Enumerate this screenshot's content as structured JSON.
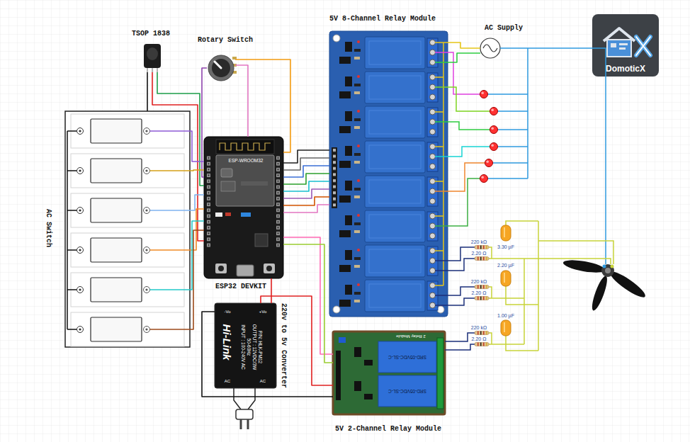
{
  "diagram": {
    "nodes": [
      {
        "text": [
          "TSOP 1838"
        ]
      },
      {
        "text": [
          "Rotary Switch"
        ]
      },
      {
        "text": [
          "5V 8-Channel Relay Module"
        ]
      },
      {
        "text": [
          "AC Supply"
        ]
      },
      {
        "text": [
          "DomoticX"
        ]
      },
      {
        "text": [
          "AC Switch"
        ]
      },
      {
        "text": [
          "ESP32 DEVKIT",
          "ESP-WROOM32"
        ]
      },
      {
        "text": [
          "220v to 5v Converter",
          "-Vo",
          "+Vo",
          "Hi-Link",
          "INPUT : 100-240V AC",
          "50-60Hz",
          "OUTPUT : 12VDC/3W",
          "P/N: HLK-PM12",
          "AC",
          "AC"
        ]
      },
      {
        "text": [
          "5V 2-Channel Relay Module",
          "2 Relay Module",
          "SRD-05VDC-SL-C",
          "SRD-05VDC-SL-C"
        ]
      }
    ],
    "edges": [
      {
        "from": 0,
        "to": 5,
        "arrow": "none"
      },
      {
        "from": 0,
        "to": 6,
        "arrow": "none"
      },
      {
        "from": 0,
        "to": 6,
        "arrow": "none"
      },
      {
        "from": 1,
        "to": 6,
        "arrow": "none"
      },
      {
        "from": 1,
        "to": 6,
        "arrow": "none"
      },
      {
        "from": 1,
        "to": 6,
        "arrow": "none"
      },
      {
        "from": 5,
        "to": 6,
        "arrow": "none"
      },
      {
        "from": 5,
        "to": 6,
        "arrow": "none"
      },
      {
        "from": 5,
        "to": 6,
        "arrow": "none"
      },
      {
        "from": 5,
        "to": 6,
        "arrow": "none"
      },
      {
        "from": 5,
        "to": 6,
        "arrow": "none"
      },
      {
        "from": 5,
        "to": 6,
        "arrow": "none"
      },
      {
        "from": 6,
        "to": 2,
        "arrow": "none"
      },
      {
        "from": 6,
        "to": 2,
        "arrow": "none"
      },
      {
        "from": 6,
        "to": 2,
        "arrow": "none"
      },
      {
        "from": 6,
        "to": 2,
        "arrow": "none"
      },
      {
        "from": 6,
        "to": 2,
        "arrow": "none"
      },
      {
        "from": 6,
        "to": 2,
        "arrow": "none"
      },
      {
        "from": 6,
        "to": 2,
        "arrow": "none"
      },
      {
        "from": 6,
        "to": 2,
        "arrow": "none"
      },
      {
        "from": 6,
        "to": 8,
        "arrow": "none"
      },
      {
        "from": 6,
        "to": 8,
        "arrow": "none"
      },
      {
        "from": 7,
        "to": 6,
        "arrow": "none"
      },
      {
        "from": 7,
        "to": 8,
        "arrow": "none"
      },
      {
        "from": 7,
        "to": 8,
        "arrow": "none"
      },
      {
        "from": 3,
        "to": 2,
        "arrow": "none"
      },
      {
        "from": 3,
        "to": 2,
        "arrow": "none"
      }
    ],
    "labels": [
      "220 kΩ",
      "3.30 µF",
      "2.20 Ω",
      "2.20 µF",
      "220 kΩ",
      "2.20 Ω",
      "1.00 µF",
      "220 kΩ",
      "2.20 Ω"
    ]
  }
}
